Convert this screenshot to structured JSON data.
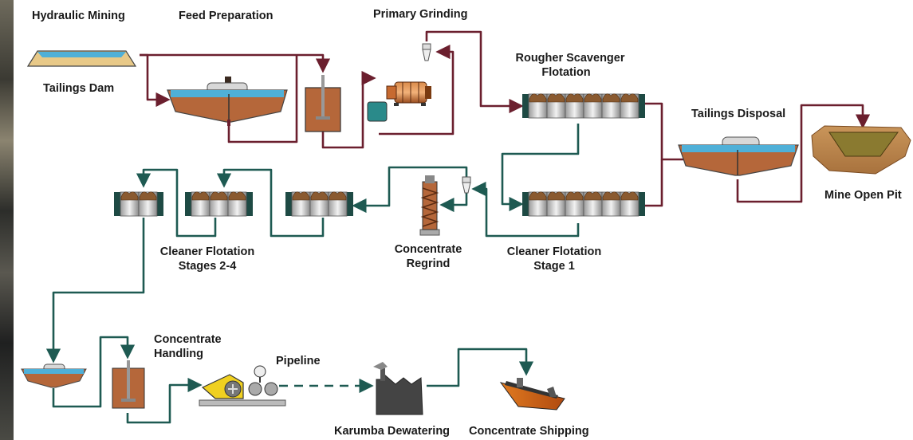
{
  "labels": {
    "hydraulic_mining": "Hydraulic Mining",
    "feed_preparation": "Feed Preparation",
    "primary_grinding": "Primary Grinding",
    "rougher_scavenger_1": "Rougher Scavenger",
    "rougher_scavenger_2": "Flotation",
    "tailings_dam": "Tailings Dam",
    "tailings_disposal": "Tailings Disposal",
    "mine_open_pit": "Mine Open Pit",
    "cleaner_stage1_1": "Cleaner Flotation",
    "cleaner_stage1_2": "Stage 1",
    "concentrate_regrind_1": "Concentrate",
    "concentrate_regrind_2": "Regrind",
    "cleaner_stages24_1": "Cleaner Flotation",
    "cleaner_stages24_2": "Stages 2-4",
    "concentrate_handling_1": "Concentrate",
    "concentrate_handling_2": "Handling",
    "pipeline": "Pipeline",
    "karumba_dewatering": "Karumba Dewatering",
    "concentrate_shipping": "Concentrate Shipping"
  },
  "colors": {
    "tailings_line": "#6b1f2e",
    "concentrate_line": "#1e5a52",
    "slurry": "#b5673a",
    "water": "#4fb0d8",
    "cell_dark": "#1e4a44",
    "machine_yellow": "#f0d020"
  }
}
